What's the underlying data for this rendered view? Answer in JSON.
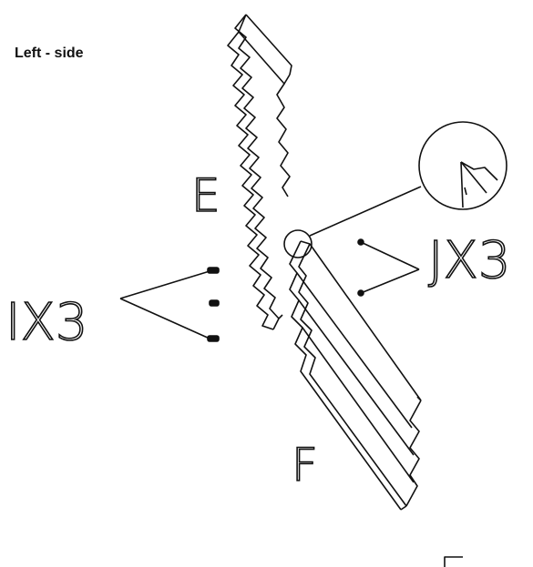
{
  "heading": "Left - side",
  "labels": {
    "panel_e": "E",
    "panel_f": "F",
    "screws_i": "IX3",
    "screws_j": "JX3"
  }
}
